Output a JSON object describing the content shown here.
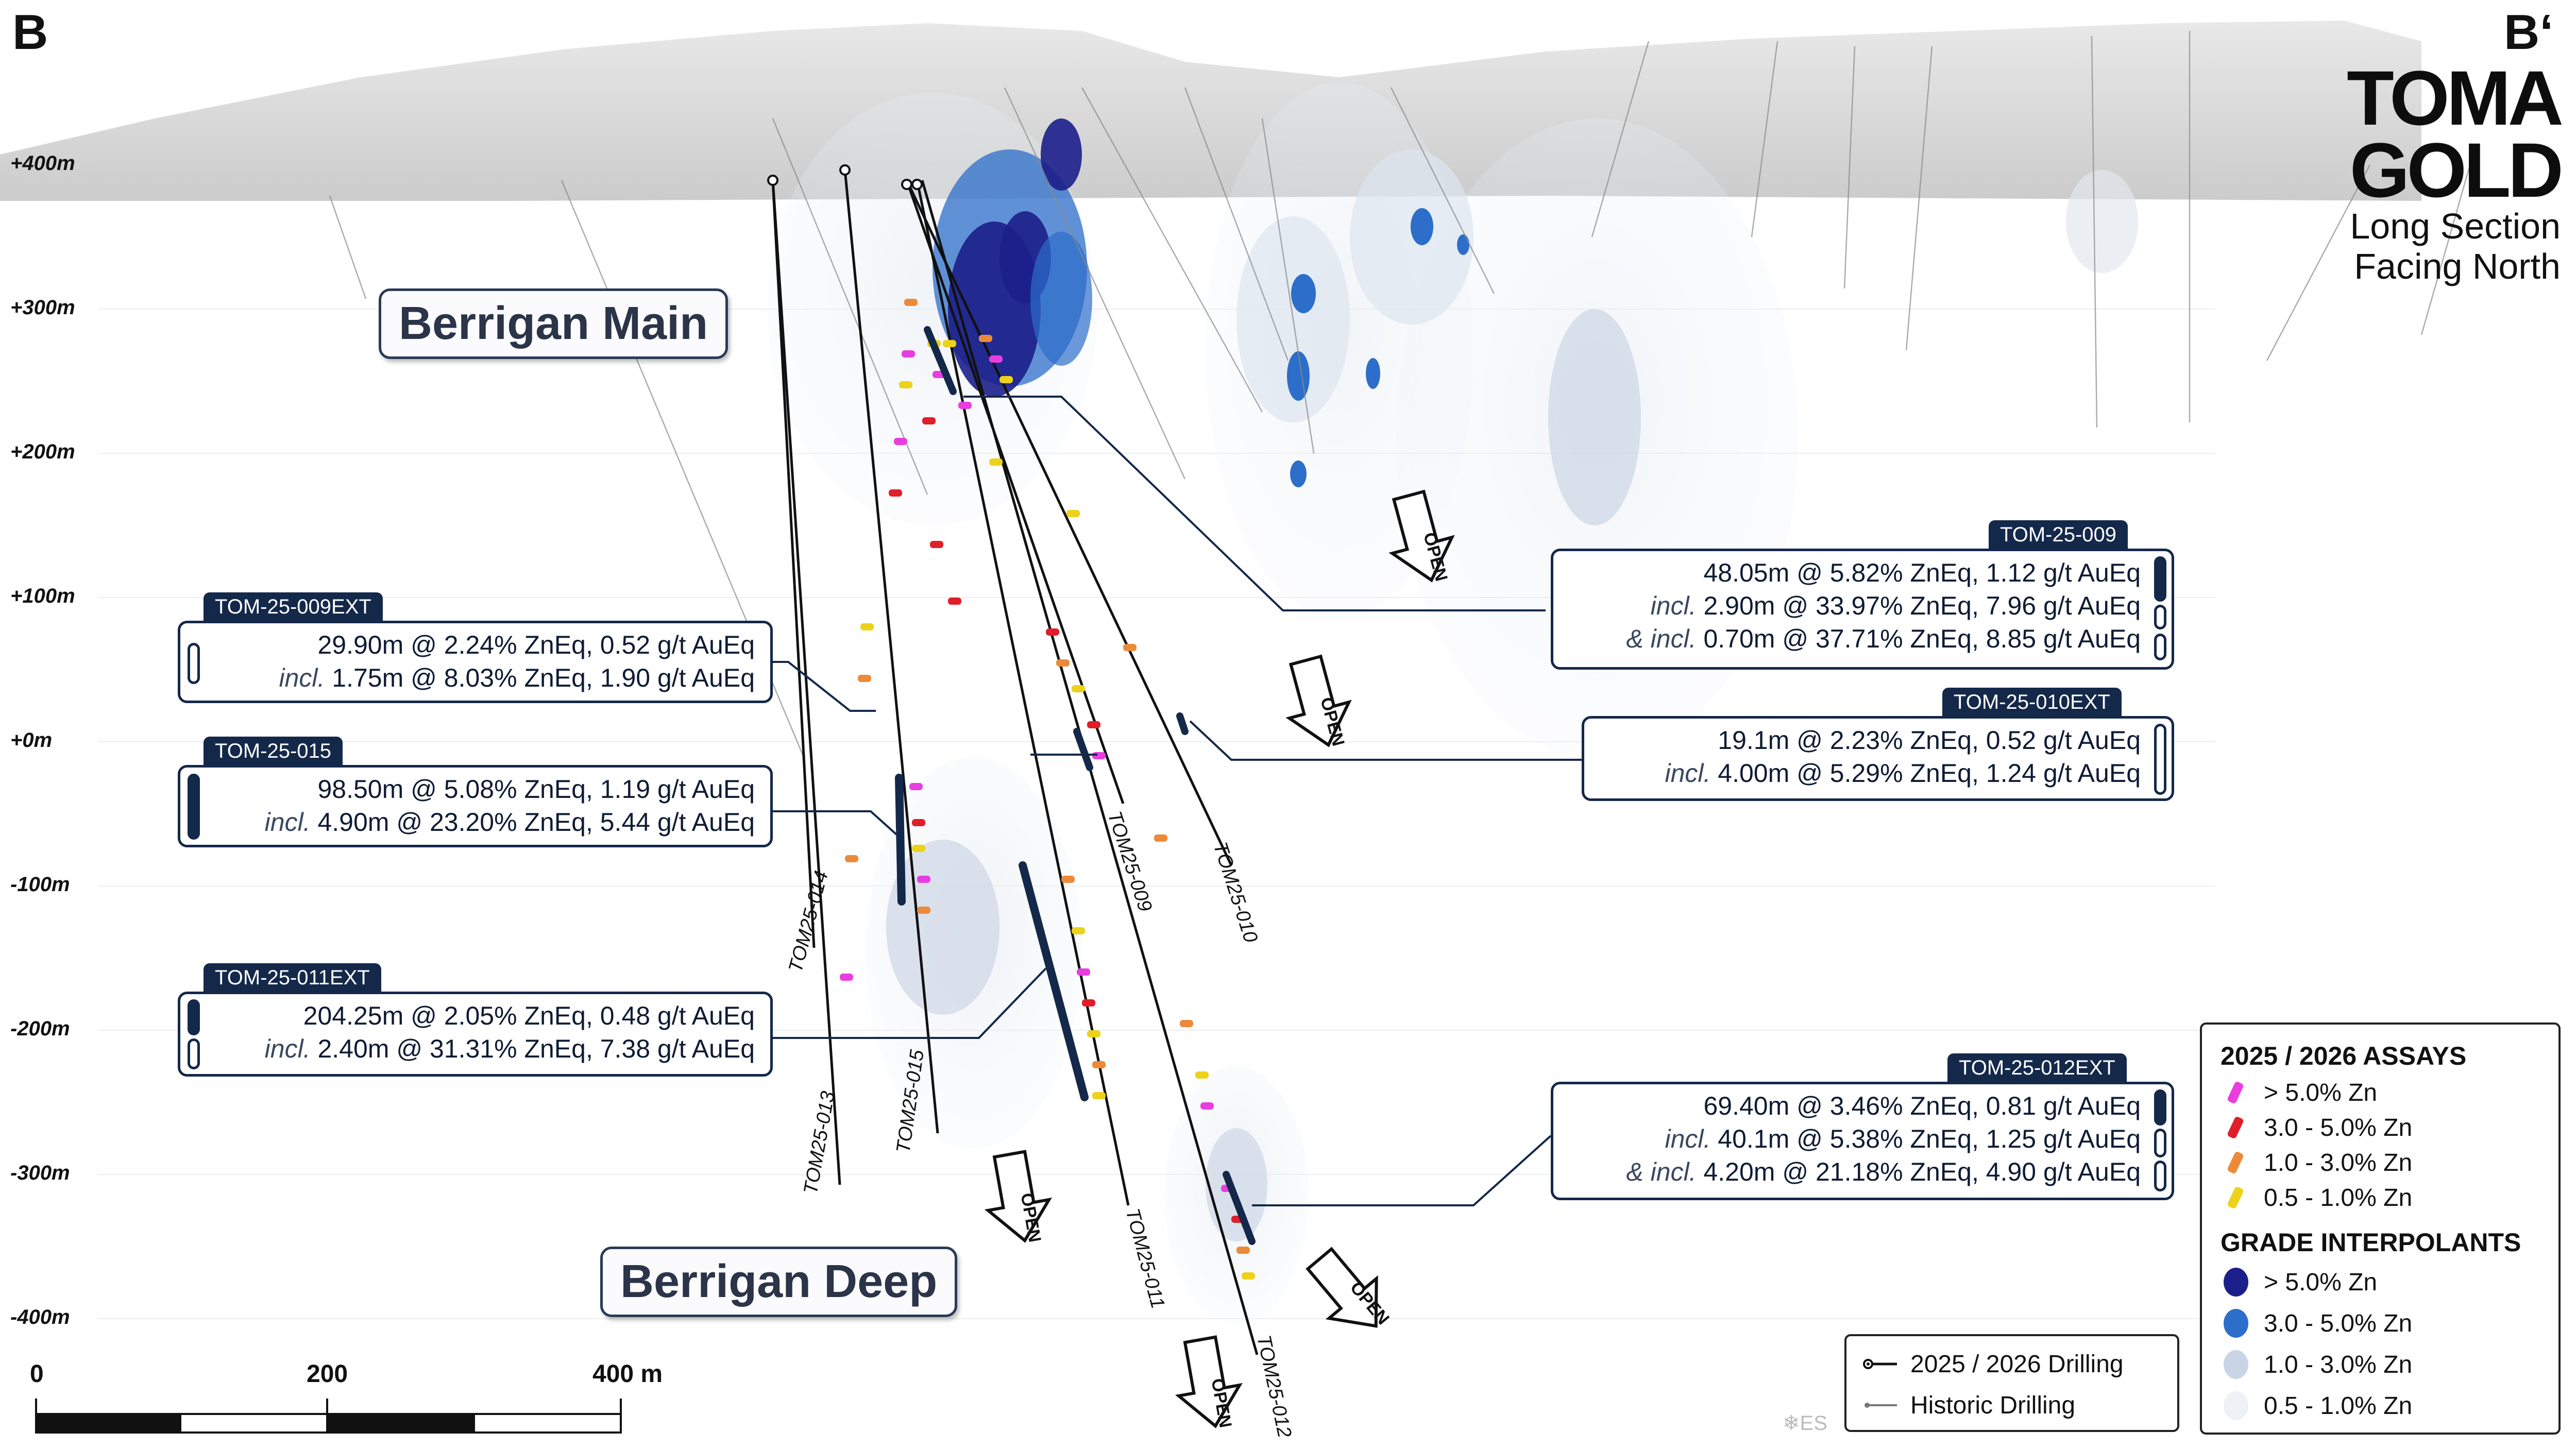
{
  "section": {
    "left_label": "B",
    "right_label": "B‘"
  },
  "logo": {
    "word_top": "TOMA",
    "word_bottom": "GOLD",
    "subtitle_line1": "Long Section",
    "subtitle_line2": "Facing North"
  },
  "elevations": [
    "+400m",
    "+300m",
    "+200m",
    "+100m",
    "+0m",
    "-100m",
    "-200m",
    "-300m",
    "-400m"
  ],
  "areas": {
    "main": "Berrigan Main",
    "deep": "Berrigan Deep"
  },
  "holes": [
    "TOM25-014",
    "TOM25-013",
    "TOM25-015",
    "TOM25-009",
    "TOM25-010",
    "TOM25-011",
    "TOM25-012"
  ],
  "open_label": "OPEN",
  "callouts": {
    "tom25_009ext": {
      "tag": "TOM-25-009EXT",
      "line1": "29.90m @ 2.24% ZnEq, 0.52 g/t AuEq",
      "line2_prefix": "incl.",
      "line2": "1.75m @ 8.03% ZnEq, 1.90 g/t AuEq"
    },
    "tom25_015": {
      "tag": "TOM-25-015",
      "line1": "98.50m @ 5.08% ZnEq, 1.19 g/t AuEq",
      "line2_prefix": "incl.",
      "line2": "4.90m @ 23.20% ZnEq, 5.44 g/t AuEq"
    },
    "tom25_011ext": {
      "tag": "TOM-25-011EXT",
      "line1": "204.25m @ 2.05% ZnEq, 0.48 g/t AuEq",
      "line2_prefix": "incl.",
      "line2": "2.40m @ 31.31% ZnEq, 7.38 g/t AuEq"
    },
    "tom25_009": {
      "tag": "TOM-25-009",
      "line1": "48.05m @ 5.82% ZnEq, 1.12 g/t AuEq",
      "line2_prefix": "incl.",
      "line2": "2.90m @ 33.97% ZnEq, 7.96 g/t AuEq",
      "line3_prefix": "& incl.",
      "line3": "0.70m @ 37.71% ZnEq, 8.85 g/t AuEq"
    },
    "tom25_010ext": {
      "tag": "TOM-25-010EXT",
      "line1": "19.1m @ 2.23% ZnEq, 0.52 g/t AuEq",
      "line2_prefix": "incl.",
      "line2": "4.00m @ 5.29% ZnEq, 1.24 g/t AuEq"
    },
    "tom25_012ext": {
      "tag": "TOM-25-012EXT",
      "line1": "69.40m @ 3.46% ZnEq, 0.81 g/t AuEq",
      "line2_prefix": "incl.",
      "line2": "40.1m @ 5.38% ZnEq, 1.25 g/t AuEq",
      "line3_prefix": "& incl.",
      "line3": "4.20m @ 21.18% ZnEq, 4.90 g/t AuEq"
    }
  },
  "legend": {
    "assays_title": "2025 / 2026 ASSAYS",
    "assays": [
      {
        "label": "> 5.0% Zn",
        "color": "#e83ee0"
      },
      {
        "label": "3.0 - 5.0% Zn",
        "color": "#e01e2a"
      },
      {
        "label": "1.0 - 3.0% Zn",
        "color": "#ec8a3a"
      },
      {
        "label": "0.5 - 1.0% Zn",
        "color": "#ecd21a"
      }
    ],
    "interp_title": "GRADE INTERPOLANTS",
    "interpolants": [
      {
        "label": "> 5.0% Zn",
        "color": "#1c1f8a"
      },
      {
        "label": "3.0 - 5.0% Zn",
        "color": "#2c6ec9"
      },
      {
        "label": "1.0 - 3.0% Zn",
        "color": "#c9d5e6"
      },
      {
        "label": "0.5 - 1.0% Zn",
        "color": "#eef1f6"
      }
    ],
    "drilling": [
      {
        "label": "2025 / 2026 Drilling"
      },
      {
        "label": "Historic Drilling"
      }
    ]
  },
  "scale": {
    "ticks": [
      "0",
      "200",
      "400 m"
    ]
  },
  "watermark": "❄ES"
}
